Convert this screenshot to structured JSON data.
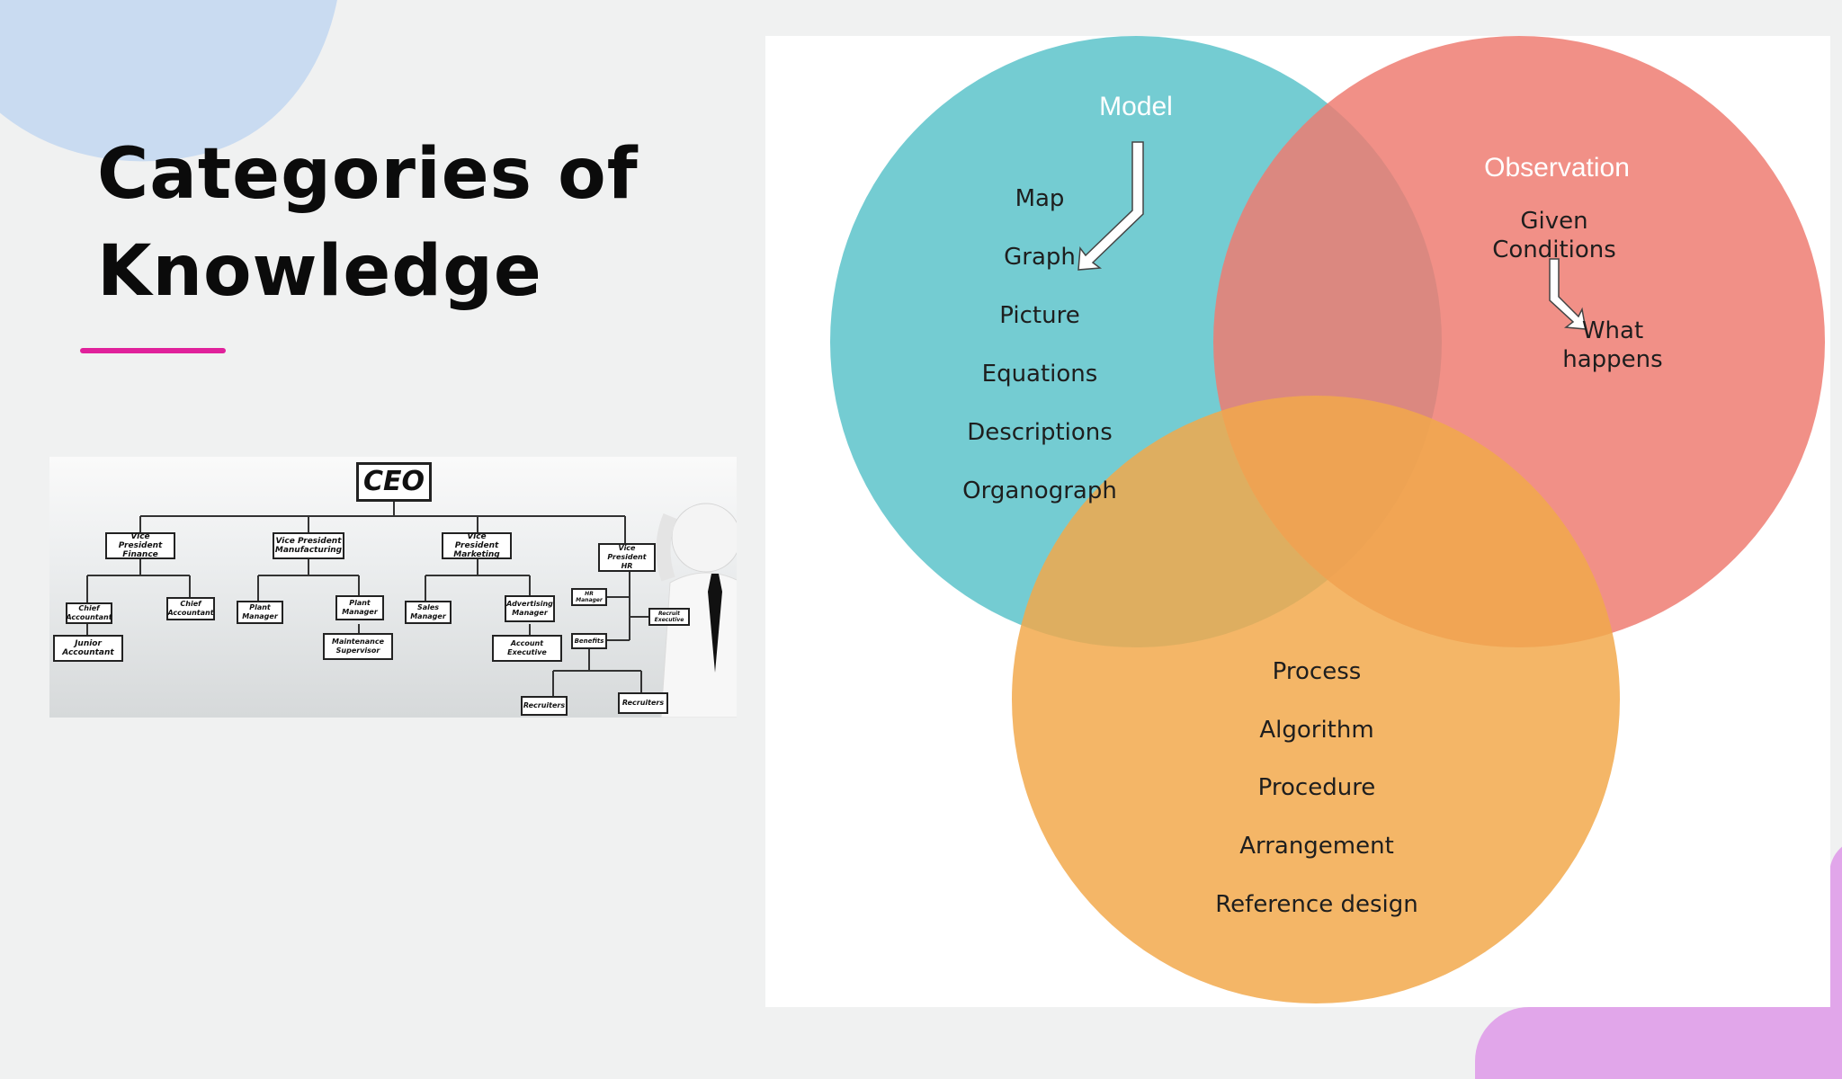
{
  "slide": {
    "title_lines": [
      "Categories of",
      "Knowledge"
    ]
  },
  "org_chart": {
    "ceo": "CEO",
    "vp_finance": "Vice President Finance",
    "vp_manufacturing": "Vice President Manufacturing",
    "vp_marketing": "Vice President Marketing",
    "vp_hr": "Vice President HR",
    "chief_accountant_1": "Chief Accountant",
    "chief_accountant_2": "Chief Accountant",
    "junior_accountant": "Junior Accountant",
    "plant_manager_1": "Plant Manager",
    "plant_manager_2": "Plant Manager",
    "maintenance_supervisor": "Maintenance Supervisor",
    "sales_manager": "Sales Manager",
    "advertising_manager": "Advertising Manager",
    "account_executive": "Account Executive",
    "hr_manager": "HR Manager",
    "recruit_executive": "Recruit Executive",
    "benefits": "Benefits",
    "recruiters_1": "Recruiters",
    "recruiters_2": "Recruiters"
  },
  "venn": {
    "colors": {
      "model": "#5cc3ca",
      "observation": "#ee7d72",
      "process": "#f2a94c"
    },
    "model": {
      "heading": "Model",
      "items": [
        "Map",
        "Graph",
        "Picture",
        "Equations",
        "Descriptions",
        "Organograph"
      ]
    },
    "observation": {
      "heading": "Observation",
      "given": [
        "Given",
        "Conditions"
      ],
      "result": [
        "What",
        "happens"
      ]
    },
    "process": {
      "items": [
        "Process",
        "Algorithm",
        "Procedure",
        "Arrangement",
        "Reference design"
      ]
    }
  }
}
